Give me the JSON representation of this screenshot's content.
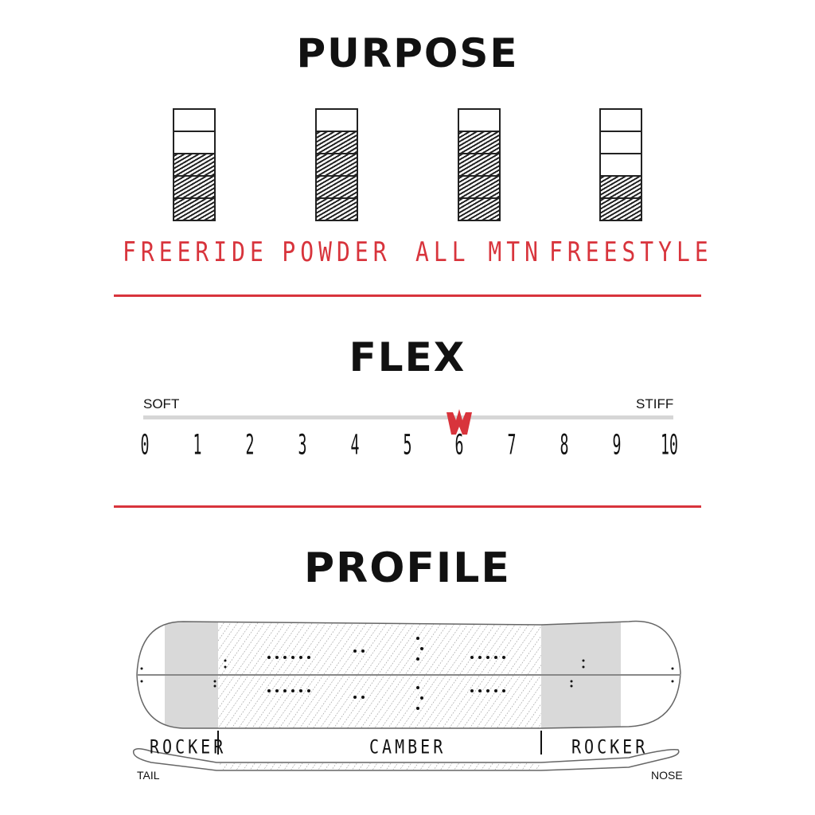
{
  "purpose": {
    "title": "PURPOSE",
    "meters": [
      {
        "label": "FREERIDE",
        "level": 3,
        "max": 5
      },
      {
        "label": "POWDER",
        "level": 4,
        "max": 5
      },
      {
        "label": "ALL MTN",
        "level": 4,
        "max": 5
      },
      {
        "label": "FREESTYLE",
        "level": 2,
        "max": 5
      }
    ]
  },
  "flex": {
    "title": "FLEX",
    "soft_label": "SOFT",
    "stiff_label": "STIFF",
    "scale": [
      "0",
      "1",
      "2",
      "3",
      "4",
      "5",
      "6",
      "7",
      "8",
      "9",
      "10"
    ],
    "value": 6,
    "marker_icon": "logo-marker-icon"
  },
  "profile": {
    "title": "PROFILE",
    "zones": {
      "left": "ROCKER",
      "center": "CAMBER",
      "right": "ROCKER"
    },
    "tail_label": "TAIL",
    "nose_label": "NOSE"
  },
  "colors": {
    "accent": "#d8343c",
    "ink": "#111111",
    "track": "#d6d6d6",
    "fill": "#d9d9d9"
  }
}
